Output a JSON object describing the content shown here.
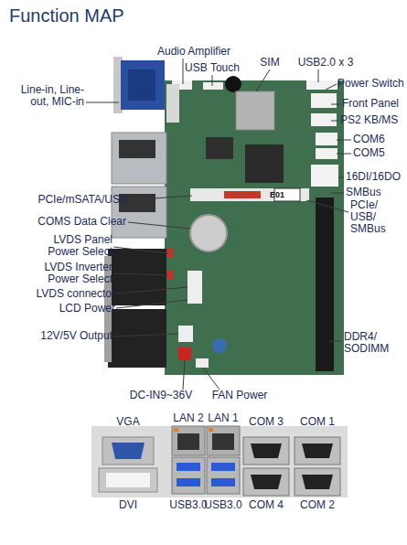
{
  "diagram": {
    "title": "Function MAP",
    "labels": [
      "Audio Amplifier",
      "USB Touch",
      "SIM",
      "USB2.0 x 3",
      "Line-in, Line-out, MIC-in",
      "Power Switch",
      "Front Panel",
      "PS2 KB/MS",
      "COM6",
      "COM5",
      "16DI/16DO",
      "PCIe/mSATA/USB",
      "E01",
      "SMBus",
      "COMS Data Clear",
      "PCIe/ USB/ SMBus",
      "LVDS Panel Power Select",
      "LVDS Inverter Power Select",
      "LVDS connector",
      "LCD Power",
      "12V/5V Output",
      "DDR4/ SODIMM",
      "DC-IN9~36V",
      "FAN Power",
      "VGA",
      "LAN 2",
      "LAN 1",
      "COM 3",
      "COM 1",
      "DVI",
      "USB3.0",
      "USB3.0",
      "COM 4",
      "COM 2"
    ]
  }
}
